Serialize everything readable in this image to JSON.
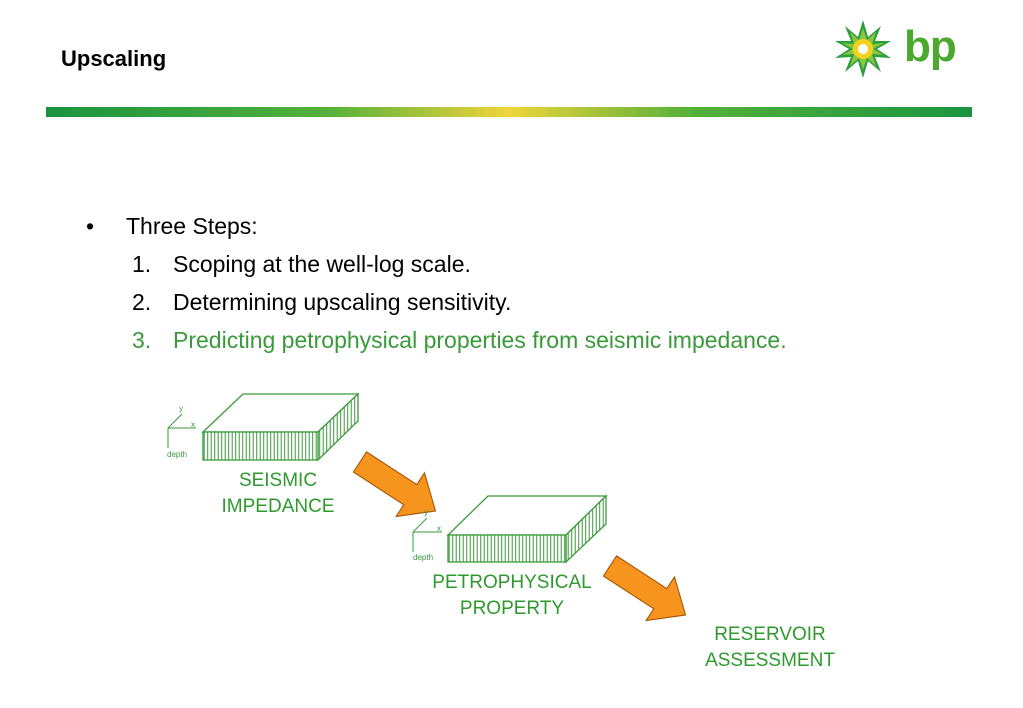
{
  "slide": {
    "title": "Upscaling"
  },
  "logo": {
    "text": "bp"
  },
  "bullets": {
    "main": "Three Steps:",
    "steps": [
      {
        "num": "1.",
        "text": "Scoping at the well-log scale."
      },
      {
        "num": "2.",
        "text": "Determining upscaling sensitivity."
      },
      {
        "num": "3.",
        "text": "Predicting petrophysical properties from seismic impedance."
      }
    ]
  },
  "diagram": {
    "axis": {
      "y": "y",
      "x": "x",
      "depth": "depth"
    },
    "labels": {
      "seismic_1": "SEISMIC",
      "seismic_2": "IMPEDANCE",
      "petro_1": "PETROPHYSICAL",
      "petro_2": "PROPERTY",
      "reservoir_1": "RESERVOIR",
      "reservoir_2": "ASSESSMENT"
    }
  },
  "colors": {
    "accent_green": "#3a9a3a",
    "arrow": "#f7941d",
    "band_yellow": "#f0d43a"
  }
}
